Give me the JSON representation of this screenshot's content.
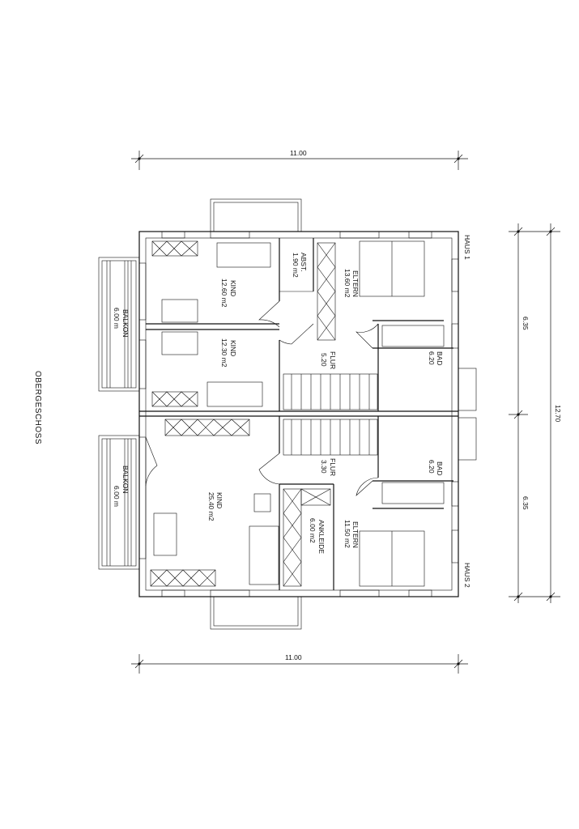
{
  "drawing": {
    "floor_title": "OBERGESCHOSS",
    "house1_label": "HAUS 1",
    "house2_label": "HAUS 2"
  },
  "dimensions": {
    "top_width": "11.00",
    "bottom_width": "11.00",
    "right_upper": "6.35",
    "right_lower": "6.35",
    "right_total": "12.70"
  },
  "haus1": {
    "kind1": {
      "name": "KIND",
      "area": "12.60  m2"
    },
    "kind2": {
      "name": "KIND",
      "area": "12.30  m2"
    },
    "abst": {
      "name": "ABST.",
      "area": "1.90  m2"
    },
    "eltern": {
      "name": "ELTERN",
      "area": "13.60  m2"
    },
    "flur": {
      "name": "FLUR",
      "area": "5.20"
    },
    "bad": {
      "name": "BAD",
      "area": "6.20"
    },
    "balkon": {
      "name": "BALKON",
      "area": "6.00  m"
    }
  },
  "haus2": {
    "kind": {
      "name": "KIND",
      "area": "25.40  m2"
    },
    "flur": {
      "name": "FLUR",
      "area": "3.30"
    },
    "bad": {
      "name": "BAD",
      "area": "6.20"
    },
    "ankleide": {
      "name": "ANKLEIDE",
      "area": "6.00  m2"
    },
    "eltern": {
      "name": "ELTERN",
      "area": "11.50  m2"
    },
    "balkon": {
      "name": "BALKON",
      "area": "6.00  m"
    }
  }
}
